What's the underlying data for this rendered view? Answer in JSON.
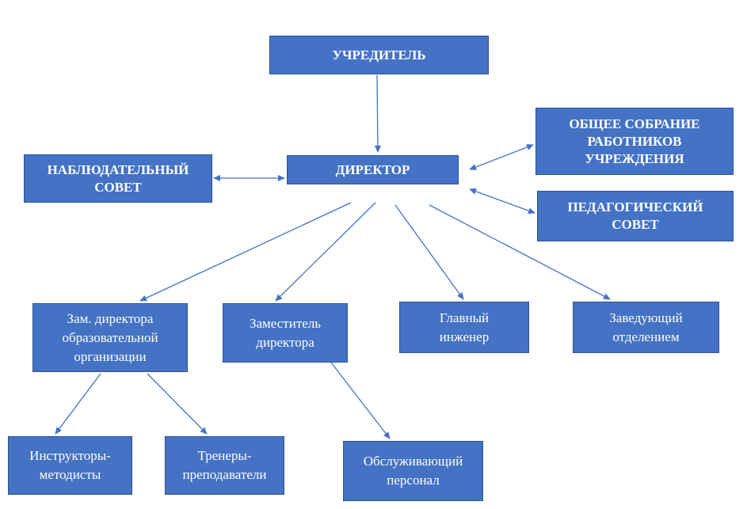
{
  "diagram": {
    "line_color": "#4472c4",
    "box_color": "#4472c4",
    "text_color": "#ffffff",
    "nodes": {
      "founder": "УЧРЕДИТЕЛЬ",
      "director": "ДИРЕКТОР",
      "supervisory_board": "НАБЛЮДАТЕЛЬНЫЙ\nСОВЕТ",
      "general_assembly": "ОБЩЕЕ СОБРАНИЕ\nРАБОТНИКОВ\nУЧРЕЖДЕНИЯ",
      "pedagogical_council": "ПЕДАГОГИЧЕСКИЙ\nСОВЕТ",
      "deputy_director_edu": "Зам. директора\nобразовательной\nорганизации",
      "deputy_director": "Заместитель\nдиректора",
      "chief_engineer": "Главный\nинженер",
      "head_of_department": "Заведующий\nотделением",
      "instructors_methodists": "Инструкторы-\nметодисты",
      "coaches_teachers": "Тренеры-\nпреподаватели",
      "service_staff": "Обслуживающий\nперсонал"
    }
  }
}
